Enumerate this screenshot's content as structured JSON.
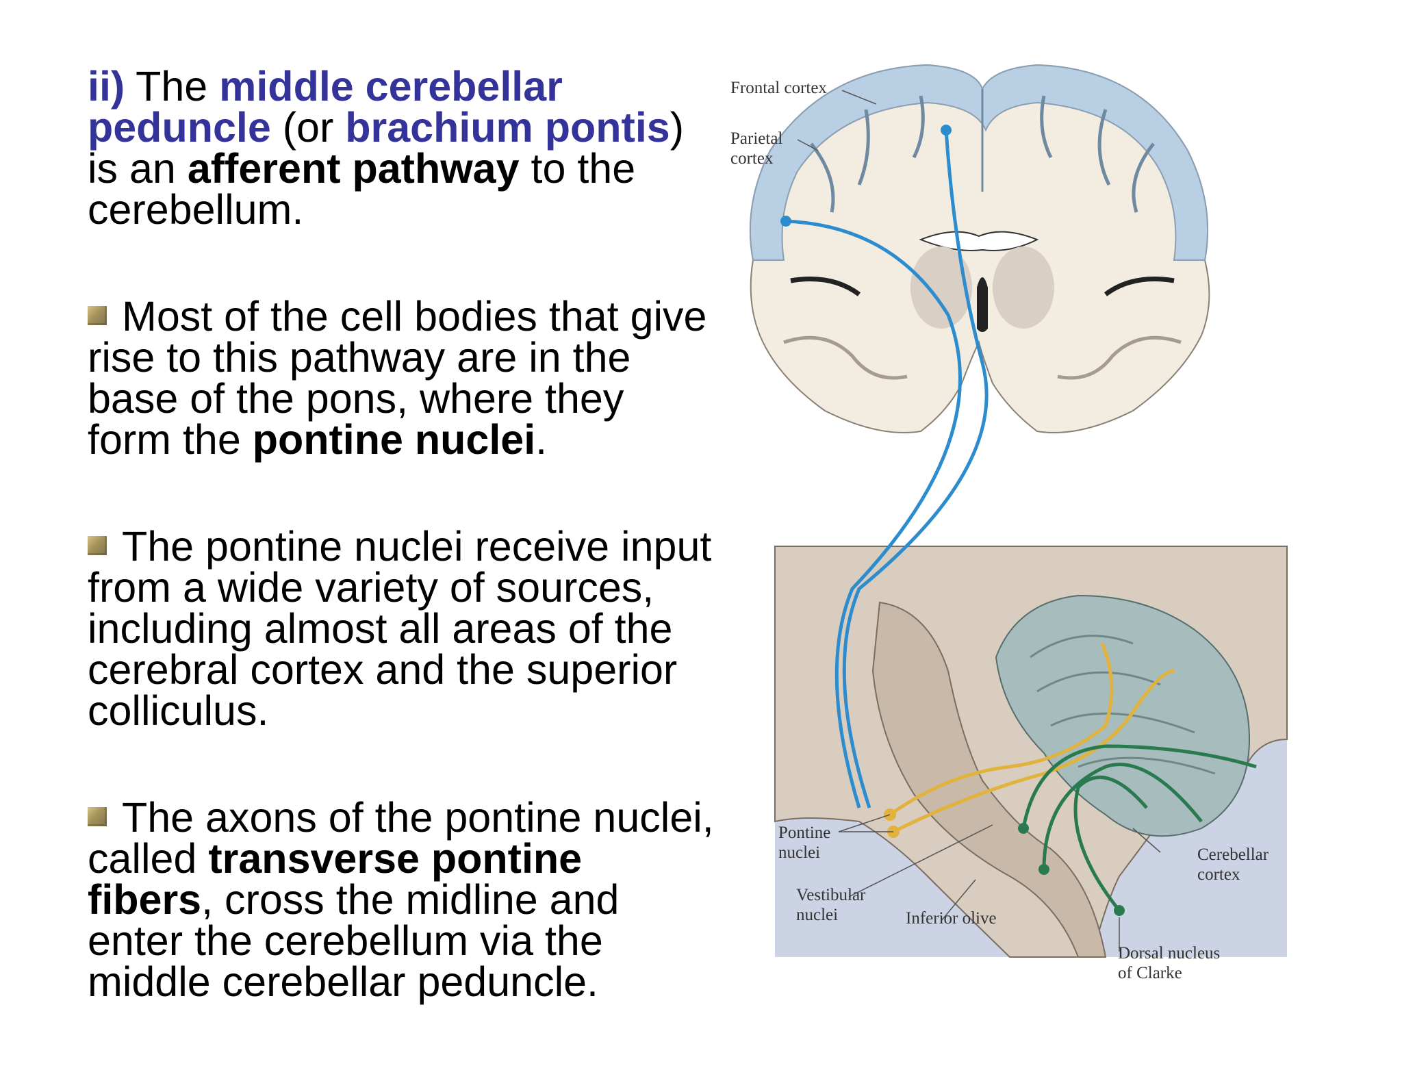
{
  "heading": {
    "roman": "ii)",
    "the": " The ",
    "term1": "middle cerebellar peduncle",
    "or_open": " (or ",
    "term2": "brachium pontis",
    "close": ")",
    "line_rest1": " is an ",
    "afferent": "afferent pathway",
    "line_rest2": " to the cerebellum."
  },
  "bullets": [
    {
      "pre": "Most of the cell bodies that give rise to this pathway are in the base of the pons, where they form the ",
      "bold": "pontine nuclei",
      "post": "."
    },
    {
      "pre": "The pontine nuclei receive input from a wide variety of sources, including almost all areas of the cerebral cortex and the superior colliculus.",
      "bold": "",
      "post": ""
    },
    {
      "pre": "The axons of the pontine nuclei, called ",
      "bold": "transverse pontine fibers",
      "post": ", cross the midline and enter the cerebellum via the middle cerebellar peduncle."
    }
  ],
  "figure_labels": {
    "frontal_cortex": "Frontal cortex",
    "parietal_cortex_1": "Parietal",
    "parietal_cortex_2": "cortex",
    "pontine_nuclei_1": "Pontine",
    "pontine_nuclei_2": "nuclei",
    "vestibular_nuclei_1": "Vestibular",
    "vestibular_nuclei_2": "nuclei",
    "inferior_olive": "Inferior olive",
    "cerebellar_cortex_1": "Cerebellar",
    "cerebellar_cortex_2": "cortex",
    "dorsal_nucleus_1": "Dorsal nucleus",
    "dorsal_nucleus_2": "of Clarke"
  },
  "colors": {
    "heading_blue": "#33339a",
    "cortex_blue": "#b9cfe3",
    "white_matter": "#f3ece1",
    "pathway_blue": "#2d8ccd",
    "pathway_yellow": "#e2b33c",
    "pathway_green": "#2a7a4f",
    "cerebellum": "#a7bcbc",
    "brainstem": "#c9b9a8",
    "sagittal_bg": "#ccd3e4"
  }
}
